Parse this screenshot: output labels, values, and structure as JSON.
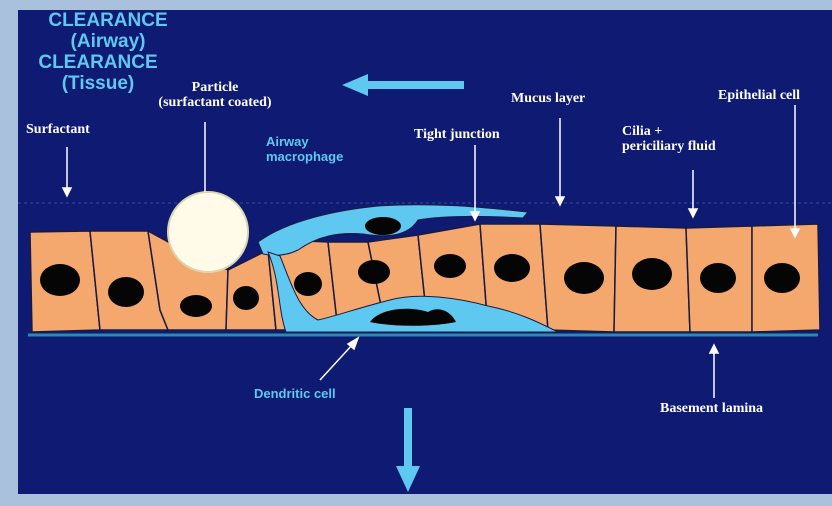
{
  "labels": {
    "clearance_airway_title": "CLEARANCE",
    "clearance_airway_sub": "(Airway)",
    "particle_title": "Particle",
    "particle_sub": "(surfactant coated)",
    "surfactant": "Surfactant",
    "airway_macrophage_line1": "Airway",
    "airway_macrophage_line2": "macrophage",
    "tight_junction": "Tight junction",
    "mucus_layer": "Mucus layer",
    "epithelial_cell": "Epithelial cell",
    "cilia_line1": "Cilia +",
    "cilia_line2": "periciliary fluid",
    "dendritic_cell": "Dendritic cell",
    "basement_lamina": "Basement lamina",
    "clearance_tissue_title": "CLEARANCE",
    "clearance_tissue_sub": "(Tissue)"
  },
  "colors": {
    "background": "#0f1b72",
    "frame": "#a9c1dc",
    "cell_fill": "#f4a86e",
    "nucleus": "#050505",
    "macrophage": "#5ec8f0",
    "arrow_white": "#ffffff",
    "clearance_arrow": "#5ec8f0",
    "particle": "#fffbe8"
  }
}
